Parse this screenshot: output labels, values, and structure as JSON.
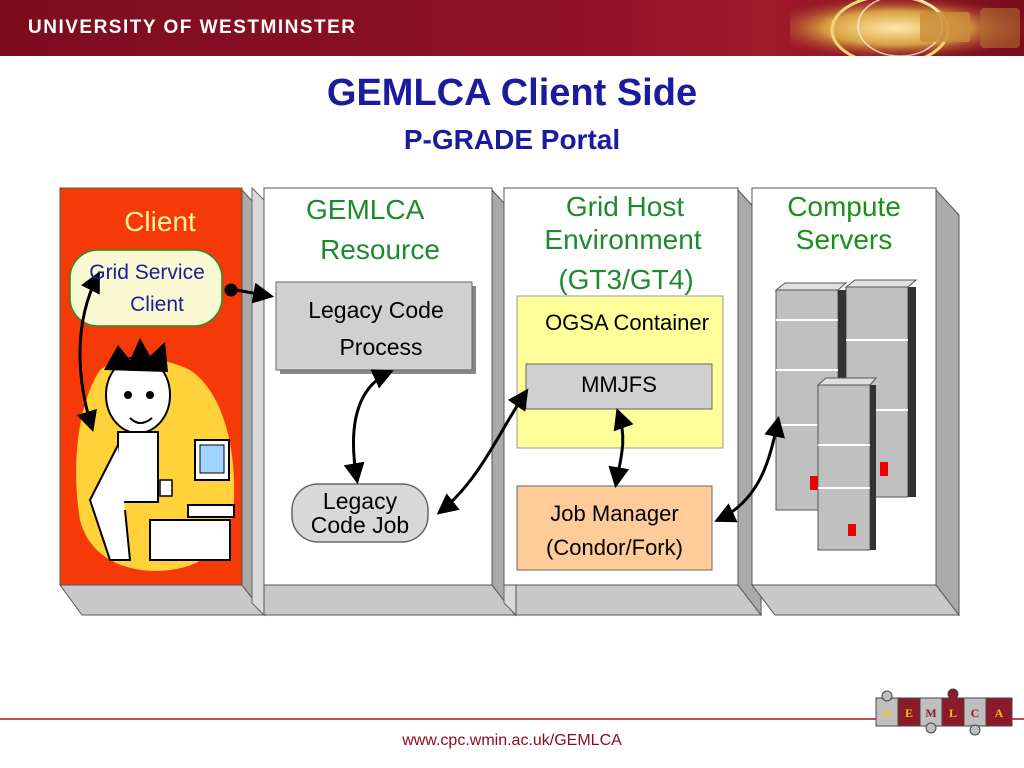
{
  "header": {
    "university": "UNIVERSITY OF WESTMINSTER"
  },
  "title": "GEMLCA Client Side",
  "subtitle": "P-GRADE Portal",
  "columns": {
    "client": {
      "label": "Client",
      "box": [
        "Grid Service",
        "Client"
      ]
    },
    "resource": {
      "label": [
        "GEMLCA",
        "Resource"
      ],
      "process": [
        "Legacy Code",
        "Process"
      ],
      "job": [
        "Legacy",
        "Code Job"
      ]
    },
    "gridhost": {
      "label": [
        "Grid Host",
        "Environment",
        "(GT3/GT4)"
      ],
      "container": "OGSA Container",
      "mmjfs": "MMJFS",
      "jobmanager": [
        "Job Manager",
        "(Condor/Fork)"
      ]
    },
    "compute": {
      "label": [
        "Compute",
        "Servers"
      ]
    }
  },
  "footer": {
    "url": "www.cpc.wmin.ac.uk/GEMLCA"
  },
  "logo": {
    "letters": [
      "G",
      "E",
      "M",
      "L",
      "C",
      "A"
    ]
  },
  "colors": {
    "brand": "#8b0a1a",
    "title": "#1b1b9e",
    "client_panel": "#f53a08",
    "resource_labels": "#1e8a2e"
  }
}
